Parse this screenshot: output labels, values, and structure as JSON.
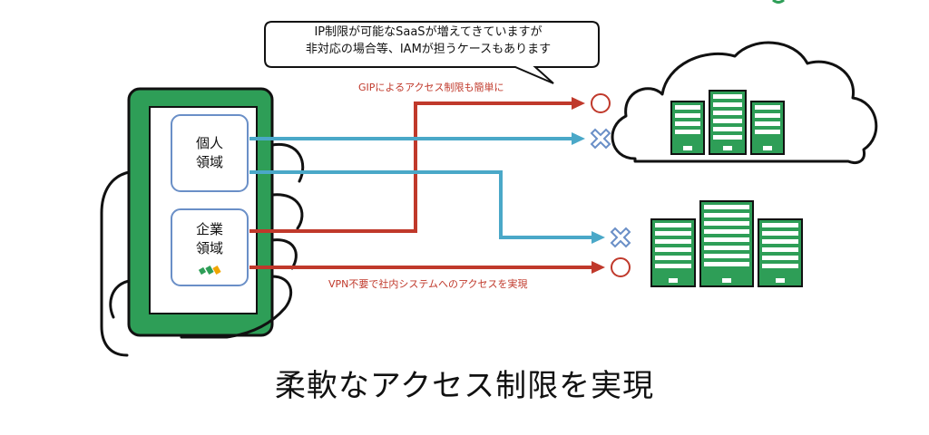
{
  "callout": {
    "line1": "IP制限が可能なSaaSが増えてきていますが",
    "line2": "非対応の場合等、IAMが担うケースもあります"
  },
  "labels": {
    "gip": "GIPによるアクセス制限も簡単に",
    "vpn": "VPN不要で社内システムへのアクセスを実現"
  },
  "phone": {
    "personal_line1": "個人",
    "personal_line2": "領域",
    "corporate_line1": "企業",
    "corporate_line2": "領域"
  },
  "footer": {
    "title": "柔軟なアクセス制限を実現"
  },
  "colors": {
    "green": "#2e9e57",
    "dark_green": "#1e6b3a",
    "red": "#c0392b",
    "blue": "#4aa8c8",
    "box_border": "#6a8fc7",
    "mark_blue": "#6a8fc7"
  },
  "marks": {
    "saas_corporate": "allowed-circle",
    "saas_personal": "denied-cross",
    "onprem_personal": "denied-cross",
    "onprem_corporate": "allowed-circle"
  }
}
